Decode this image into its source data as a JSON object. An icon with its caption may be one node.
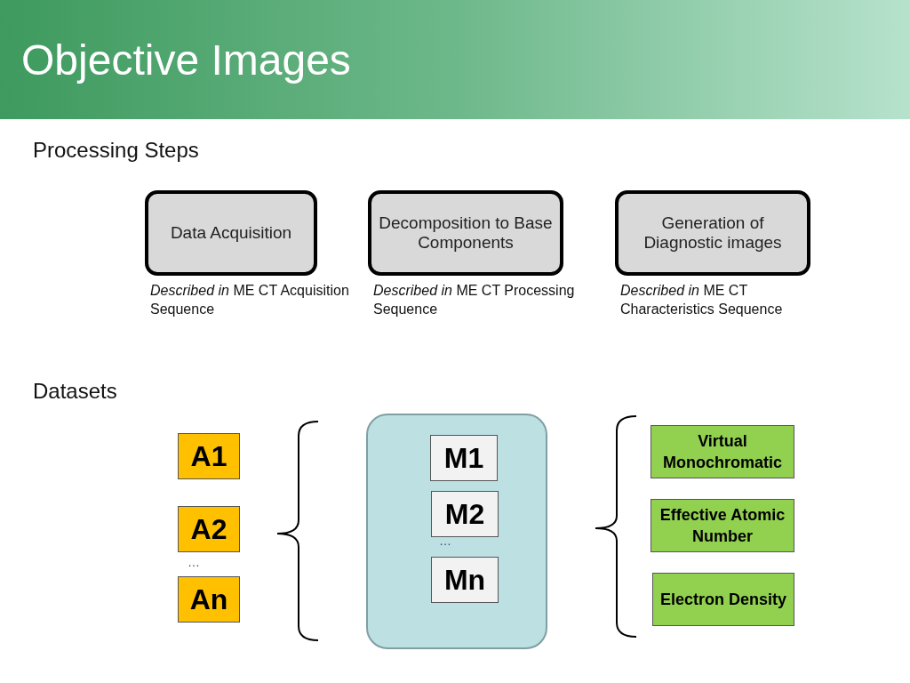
{
  "diagram": {
    "title": "Objective Images",
    "nodes": [
      {
        "text": [
          "Data Acquisition"
        ],
        "beside": [
          "*Described in* ME CT Acquisition Sequence"
        ]
      },
      {
        "text": [
          "Decomposition to Base Components"
        ],
        "beside": [
          "*Described in* ME CT Processing Sequence"
        ]
      },
      {
        "text": [
          "Generation of Diagnostic images"
        ],
        "beside": [
          "*Described in* ME CT Characteristics Sequence"
        ]
      },
      {
        "text": [
          "A1"
        ]
      },
      {
        "text": [
          "A2"
        ]
      },
      {
        "text": [
          "An"
        ]
      },
      {
        "text": [],
        "shape": "box"
      },
      {
        "text": [
          "M1"
        ],
        "in": 6
      },
      {
        "text": [
          "M2"
        ],
        "in": 6
      },
      {
        "text": [
          "Mn"
        ],
        "in": 6
      },
      {
        "text": [
          "Virtual Monochromatic"
        ]
      },
      {
        "text": [
          "Effective Atomic Number"
        ]
      },
      {
        "text": [
          "Electron Density"
        ]
      }
    ],
    "labels": [
      "Processing Steps",
      "Datasets",
      "…",
      "…"
    ]
  }
}
